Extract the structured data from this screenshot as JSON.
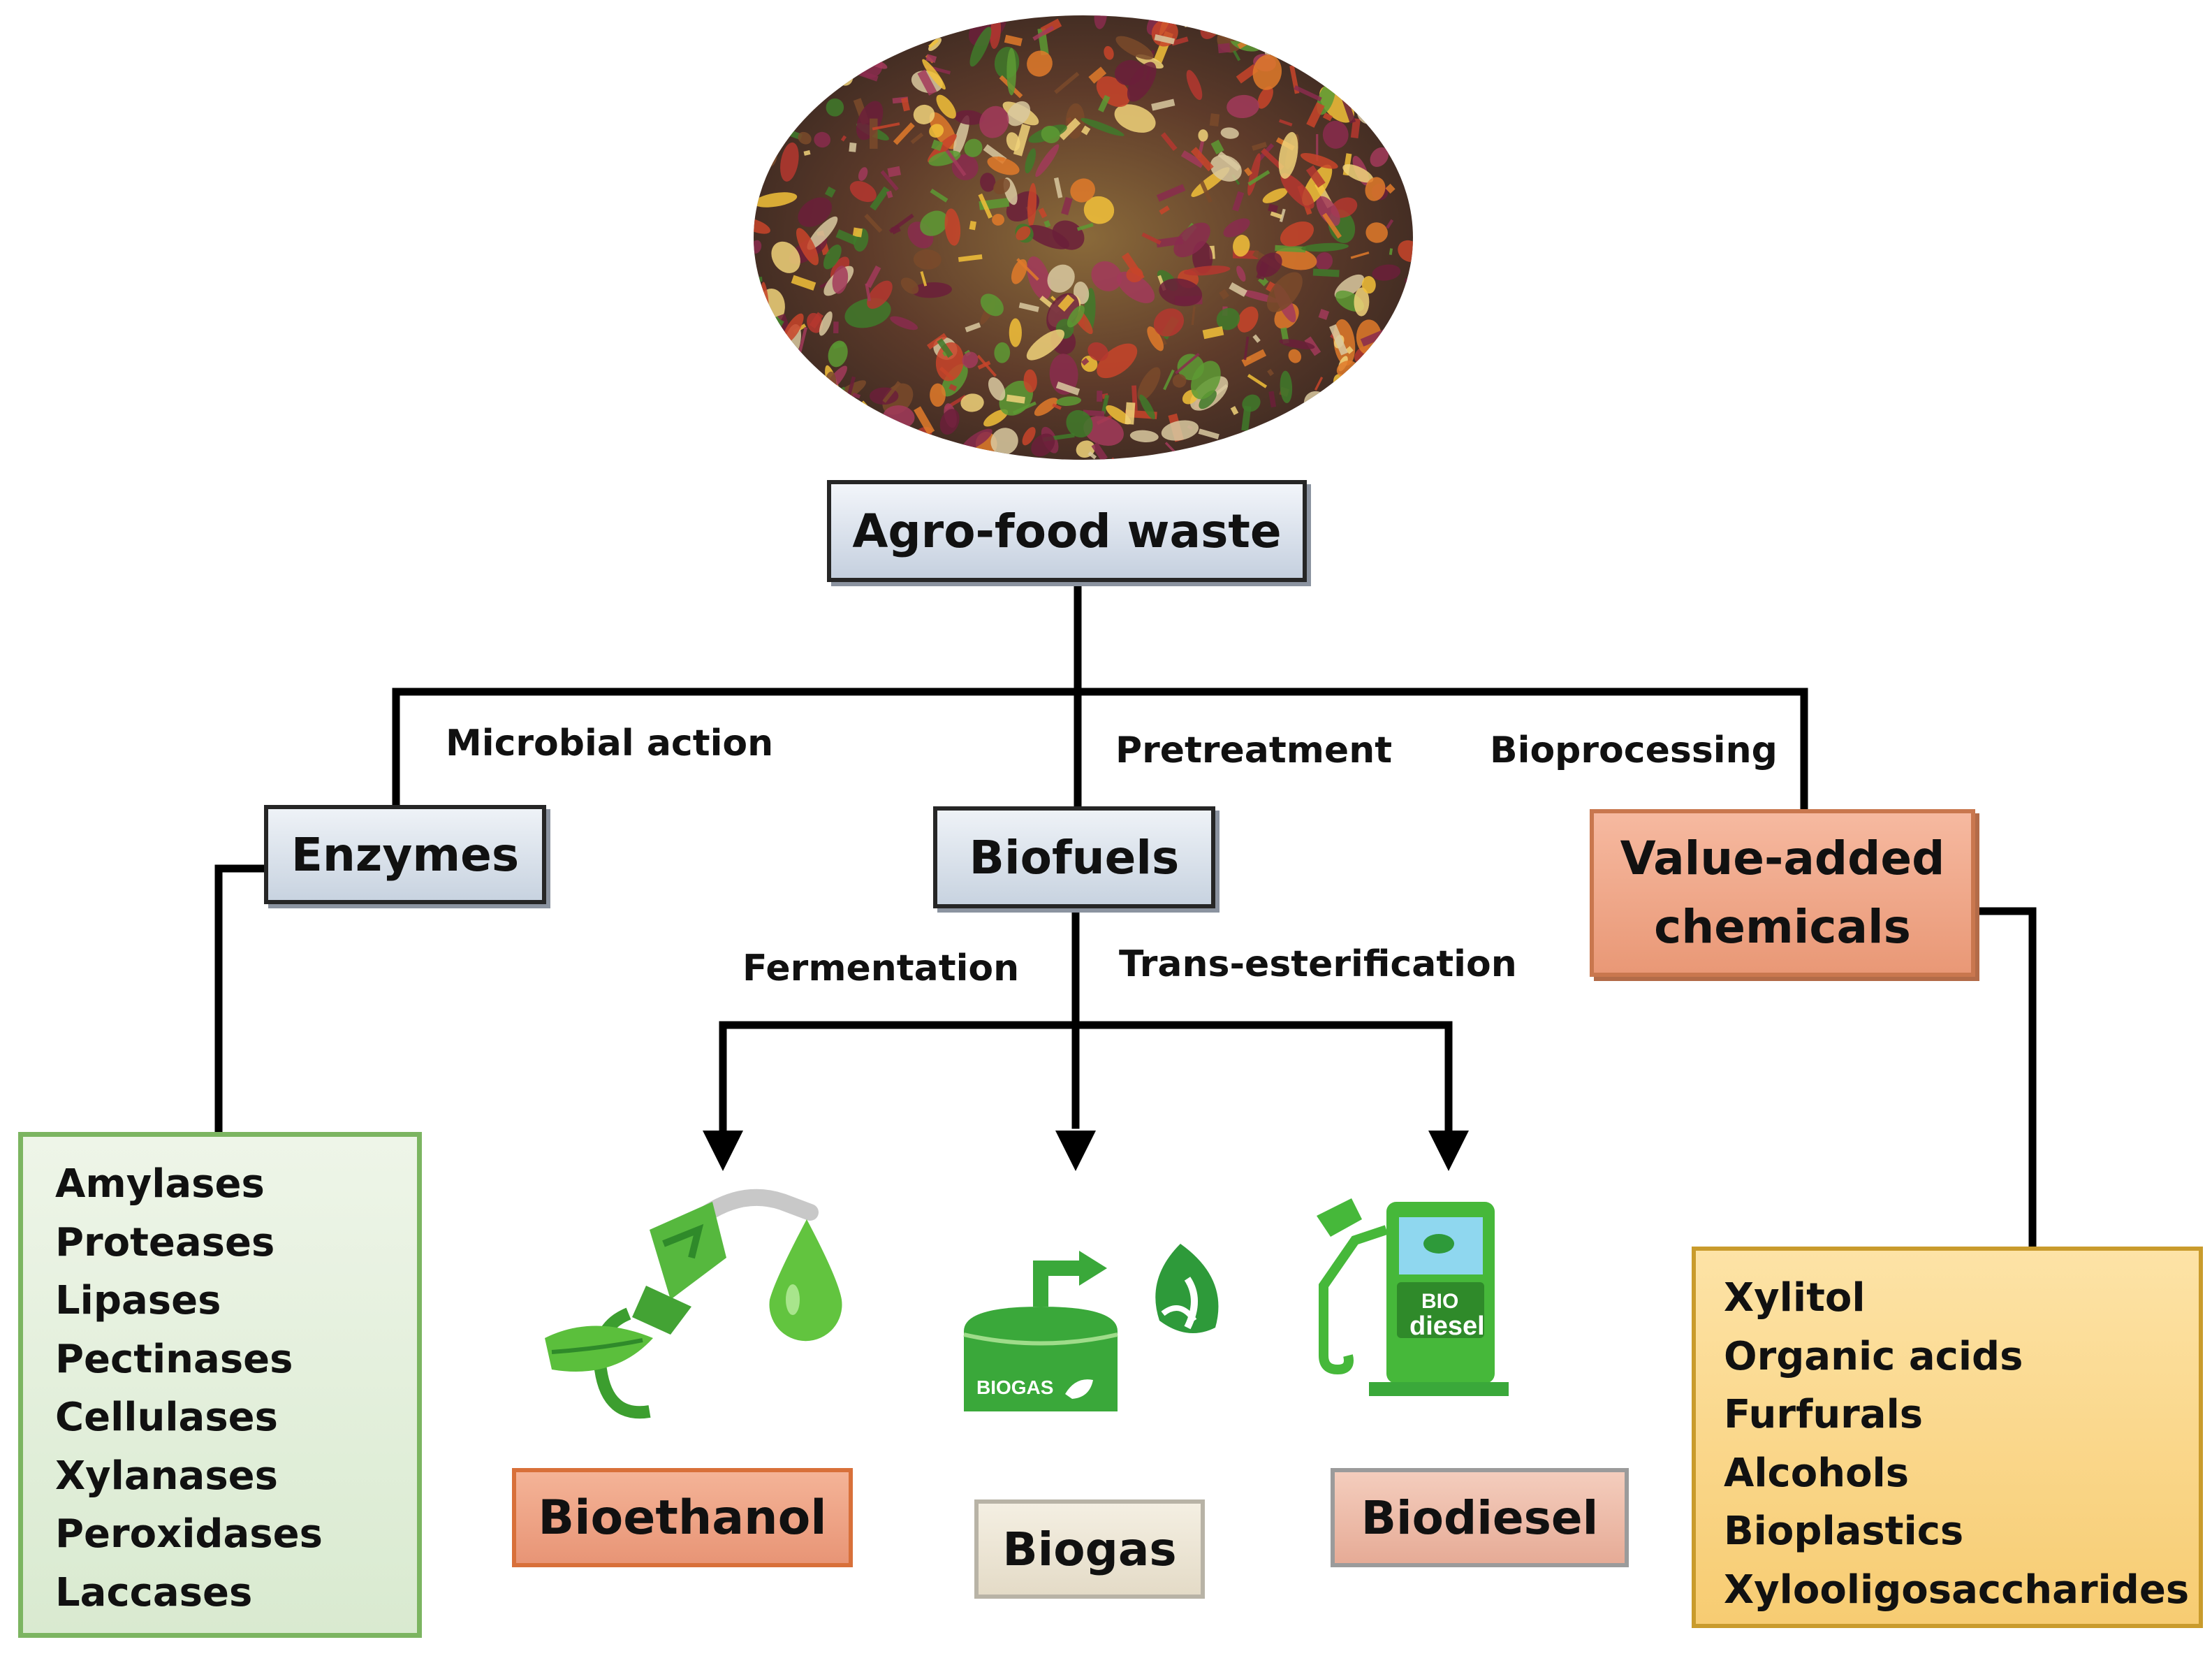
{
  "root": {
    "label": "Agro-food waste"
  },
  "branches": {
    "enzymes": {
      "label": "Enzymes",
      "process": "Microbial action"
    },
    "biofuels": {
      "label": "Biofuels",
      "process": "Pretreatment"
    },
    "chemicals": {
      "label_line1": "Value-added",
      "label_line2": "chemicals",
      "process": "Bioprocessing"
    }
  },
  "biofuel_routes": {
    "left": "Fermentation",
    "right": "Trans-esterification"
  },
  "enzyme_list": [
    "Amylases",
    "Proteases",
    "Lipases",
    "Pectinases",
    "Cellulases",
    "Xylanases",
    "Peroxidases",
    "Laccases"
  ],
  "chemical_list": [
    "Xylitol",
    "Organic acids",
    "Furfurals",
    "Alcohols",
    "Bioplastics",
    "Xylooligosaccharides"
  ],
  "products": {
    "bioethanol": "Bioethanol",
    "biogas": "Biogas",
    "biodiesel": "Biodiesel",
    "biogas_icon_text": "BIOGAS",
    "biodiesel_icon_text_1": "BIO",
    "biodiesel_icon_text_2": "diesel"
  },
  "colors": {
    "connector": "#000000",
    "icon_green": "#4cb33a",
    "icon_green_dark": "#2f8a2a"
  },
  "icons": {
    "waste_photo": "food-waste-photo",
    "bioethanol": "fuel-nozzle-drop-leaf-icon",
    "biogas": "biogas-tank-leaf-icon",
    "biodiesel": "biodiesel-pump-icon"
  }
}
